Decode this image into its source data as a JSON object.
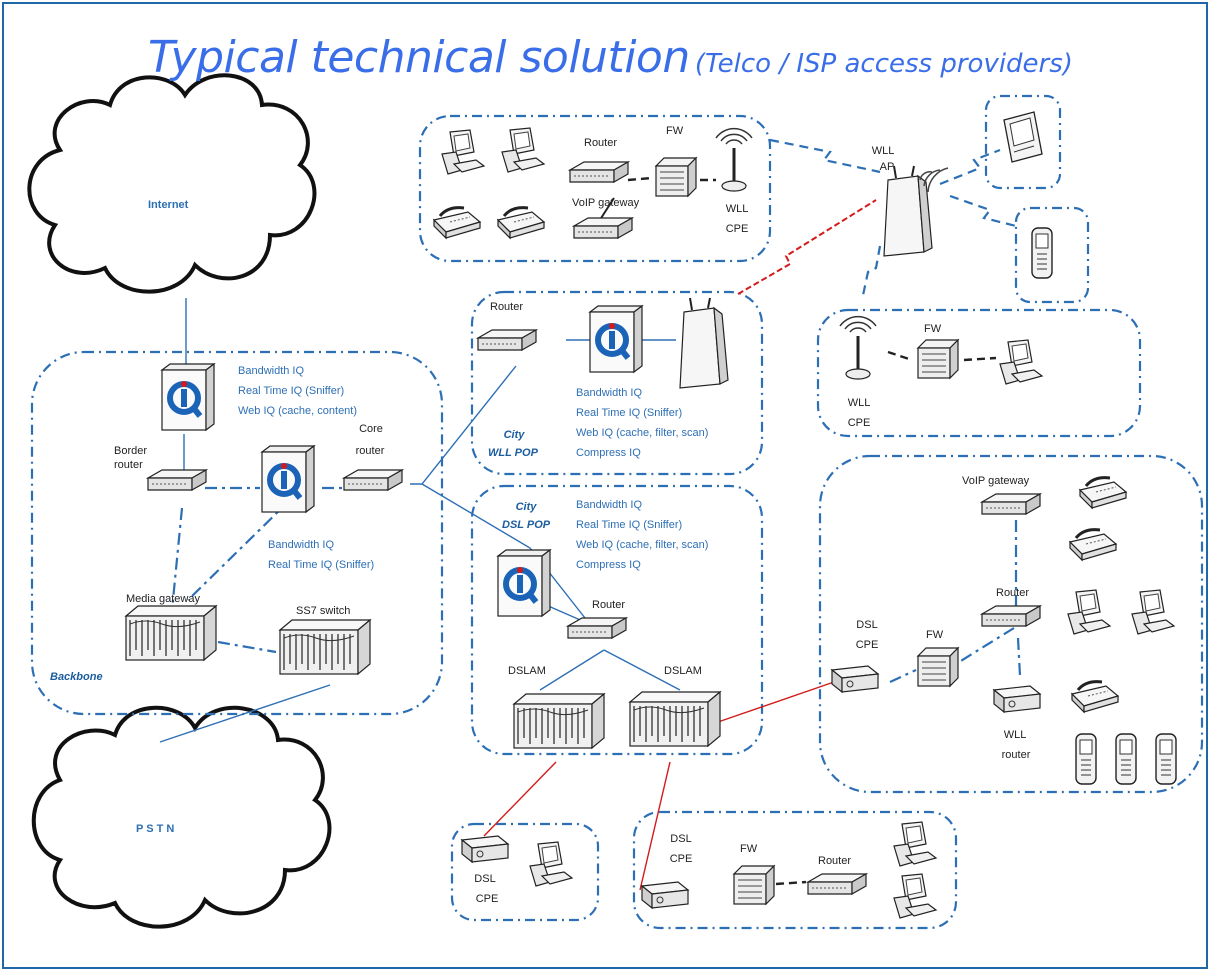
{
  "title": {
    "main": "Typical technical solution",
    "sub": "(Telco / ISP access providers)"
  },
  "clouds": {
    "internet": "Internet",
    "pstn": "P S T N"
  },
  "backbone": {
    "label": "Backbone",
    "iq_top": [
      "Bandwidth IQ",
      "Real Time IQ (Sniffer)",
      "Web IQ (cache, content)"
    ],
    "border_router": [
      "Border",
      "router"
    ],
    "core_router": [
      "Core",
      "router"
    ],
    "iq_mid": [
      "Bandwidth IQ",
      "Real Time IQ (Sniffer)"
    ],
    "media_gateway": "Media gateway",
    "ss7_switch": "SS7 switch"
  },
  "wll_pop": {
    "label": [
      "City",
      "WLL POP"
    ],
    "router": "Router",
    "iq": [
      "Bandwidth IQ",
      "Real Time IQ (Sniffer)",
      "Web IQ (cache, filter, scan)",
      "Compress IQ"
    ]
  },
  "dsl_pop": {
    "label": [
      "City",
      "DSL POP"
    ],
    "iq": [
      "Bandwidth IQ",
      "Real Time IQ (Sniffer)",
      "Web IQ (cache, filter, scan)",
      "Compress IQ"
    ],
    "router": "Router",
    "dslam_left": "DSLAM",
    "dslam_right": "DSLAM"
  },
  "top_site": {
    "router": "Router",
    "fw": "FW",
    "voip_gateway": "VoIP gateway",
    "wll_cpe": [
      "WLL",
      "CPE"
    ]
  },
  "wll_ap": [
    "WLL",
    "AP"
  ],
  "mid_right_site": {
    "fw": "FW",
    "wll_cpe": [
      "WLL",
      "CPE"
    ]
  },
  "right_site": {
    "voip_gateway": "VoIP gateway",
    "router": "Router",
    "dsl_cpe": [
      "DSL",
      "CPE"
    ],
    "fw": "FW",
    "wll_router": [
      "WLL",
      "router"
    ]
  },
  "bottom_left_site": {
    "dsl_cpe": [
      "DSL",
      "CPE"
    ]
  },
  "bottom_right_site": {
    "dsl_cpe": [
      "DSL",
      "CPE"
    ],
    "fw": "FW",
    "router": "Router"
  },
  "colors": {
    "blue_line": "#2d6fb5",
    "red_link": "#d41b1b",
    "title": "#3a6ee8",
    "iq_logo": "#1b63b7"
  }
}
